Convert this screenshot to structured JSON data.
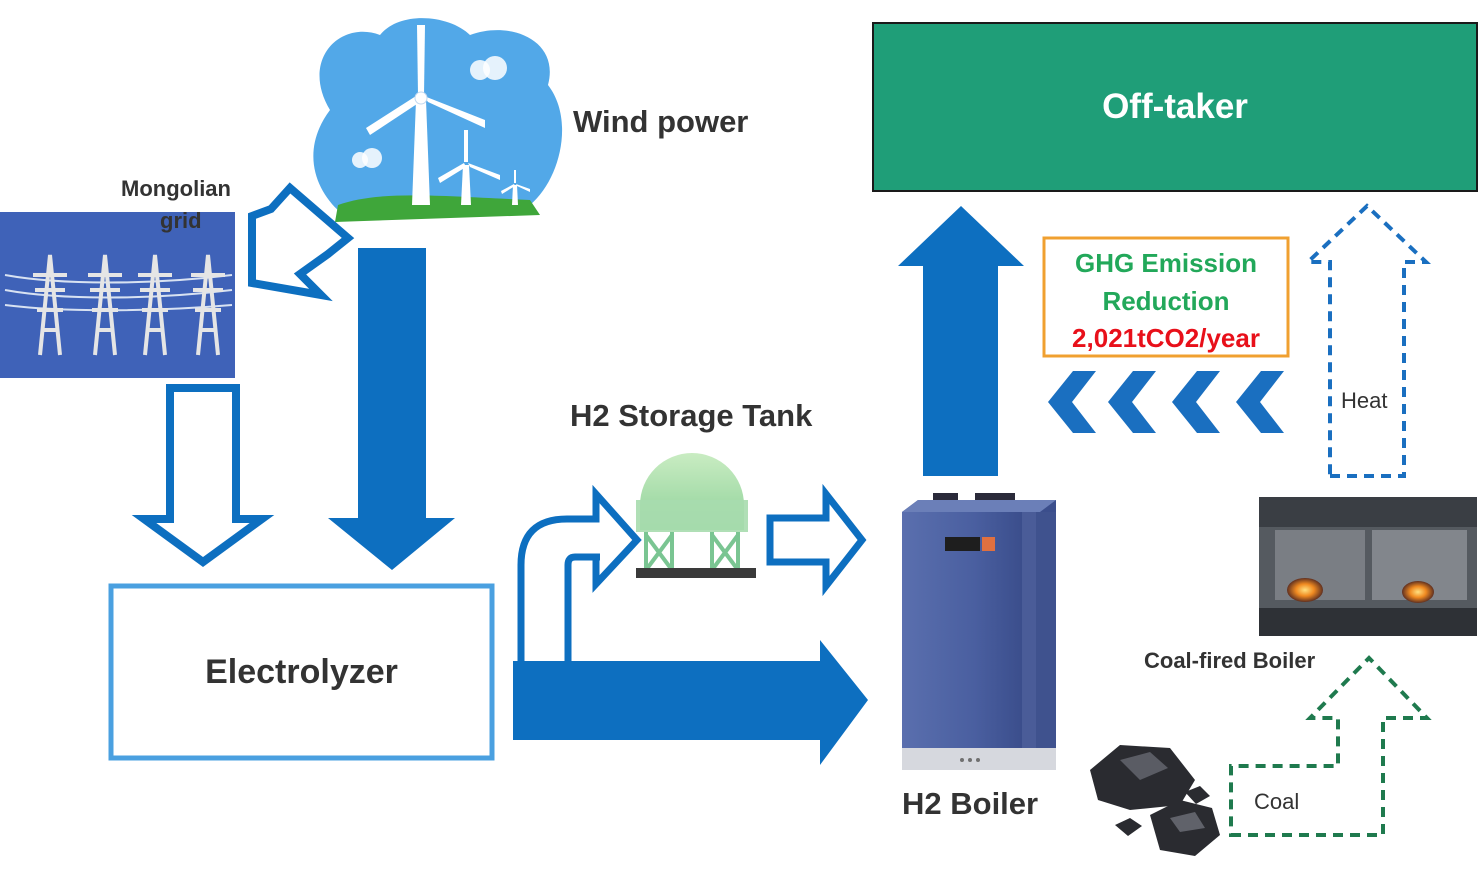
{
  "labels": {
    "wind_power": "Wind power",
    "mongolian_grid_line1": "Mongolian",
    "mongolian_grid_line2": "grid",
    "electrolyzer": "Electrolyzer",
    "h2_storage_tank": "H2 Storage Tank",
    "h2_boiler": "H2 Boiler",
    "off_taker": "Off-taker",
    "heat": "Heat",
    "coal_fired_boiler": "Coal-fired Boiler",
    "coal": "Coal"
  },
  "ghg": {
    "line1": "GHG Emission",
    "line2": "Reduction",
    "value": "2,021tCO2/year"
  },
  "colors": {
    "arrow_blue": "#0d6fc0",
    "arrow_blue_light": "#4aa0e0",
    "off_taker_green": "#1f9e78",
    "ghg_border": "#f0a030",
    "ghg_text": "#22a85a",
    "ghg_value": "#e8101a",
    "coal_dashed": "#1f7a4e",
    "grid_bg": "#3f62b8"
  }
}
